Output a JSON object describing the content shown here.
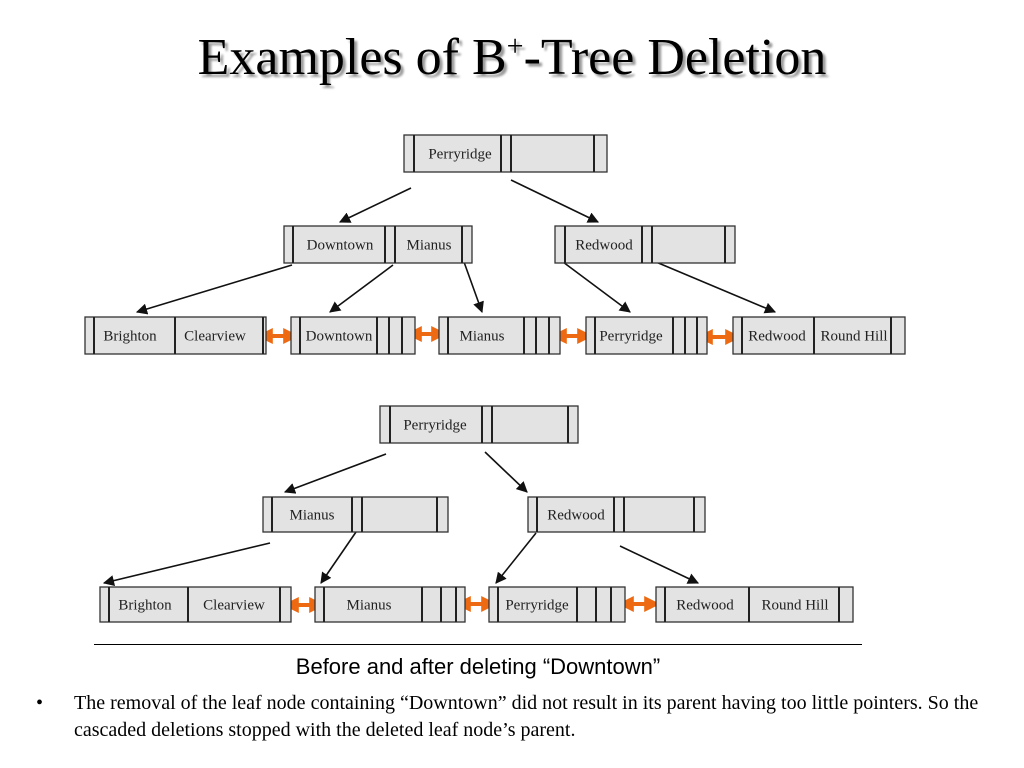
{
  "title": {
    "main": "Examples of B",
    "sup": "+",
    "rest": "-Tree Deletion"
  },
  "before_tree": {
    "root": [
      "Perryridge"
    ],
    "internal": [
      [
        "Downtown",
        "Mianus"
      ],
      [
        "Redwood"
      ]
    ],
    "leaves": [
      [
        "Brighton",
        "Clearview"
      ],
      [
        "Downtown"
      ],
      [
        "Mianus"
      ],
      [
        "Perryridge"
      ],
      [
        "Redwood",
        "Round Hill"
      ]
    ]
  },
  "after_tree": {
    "root": [
      "Perryridge"
    ],
    "internal": [
      [
        "Mianus"
      ],
      [
        "Redwood"
      ]
    ],
    "leaves": [
      [
        "Brighton",
        "Clearview"
      ],
      [
        "Mianus"
      ],
      [
        "Perryridge"
      ],
      [
        "Redwood",
        "Round Hill"
      ]
    ]
  },
  "colors": {
    "node_fill": "#e3e3e3",
    "sibling_arrow": "#ee6a12"
  },
  "caption": "Before and after deleting “Downtown”",
  "bullets": [
    "The removal of the leaf node containing “Downtown” did not result in its parent having too little pointers.  So the cascaded deletions stopped with the deleted leaf node’s parent."
  ]
}
